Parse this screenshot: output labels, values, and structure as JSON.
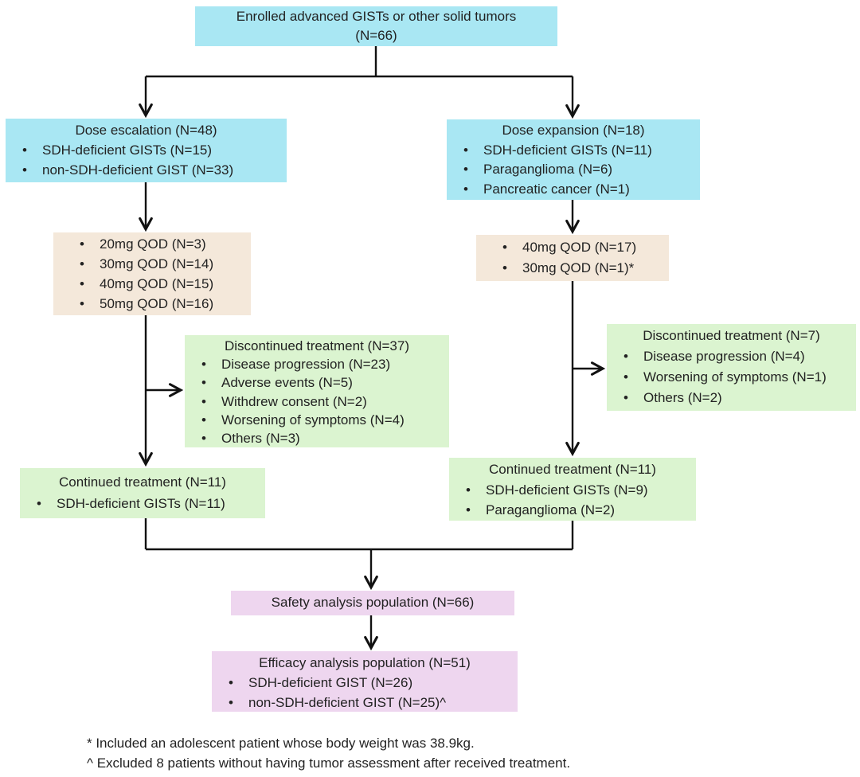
{
  "diagram": {
    "enrolled": {
      "line1": "Enrolled advanced GISTs or other solid tumors",
      "line2": "(N=66)"
    },
    "dose_escalation": {
      "title": "Dose escalation (N=48)",
      "bullets": [
        "SDH-deficient GISTs (N=15)",
        "non-SDH-deficient GIST (N=33)"
      ]
    },
    "dose_expansion": {
      "title": "Dose expansion (N=18)",
      "bullets": [
        "SDH-deficient GISTs (N=11)",
        "Paraganglioma (N=6)",
        "Pancreatic cancer (N=1)"
      ]
    },
    "escalation_doses": {
      "bullets": [
        "20mg QOD (N=3)",
        "30mg QOD (N=14)",
        "40mg QOD (N=15)",
        "50mg QOD (N=16)"
      ]
    },
    "expansion_doses": {
      "bullets": [
        "40mg QOD (N=17)",
        "30mg QOD (N=1)*"
      ]
    },
    "discontinued_escalation": {
      "title": "Discontinued treatment (N=37)",
      "bullets": [
        "Disease progression (N=23)",
        "Adverse events (N=5)",
        "Withdrew consent (N=2)",
        "Worsening of symptoms (N=4)",
        "Others (N=3)"
      ]
    },
    "discontinued_expansion": {
      "title": "Discontinued treatment (N=7)",
      "bullets": [
        "Disease progression (N=4)",
        "Worsening of symptoms (N=1)",
        "Others (N=2)"
      ]
    },
    "continued_escalation": {
      "title": "Continued treatment (N=11)",
      "bullets": [
        "SDH-deficient GISTs (N=11)"
      ]
    },
    "continued_expansion": {
      "title": "Continued treatment (N=11)",
      "bullets": [
        "SDH-deficient GISTs (N=9)",
        "Paraganglioma (N=2)"
      ]
    },
    "safety": {
      "title": "Safety analysis population (N=66)"
    },
    "efficacy": {
      "title": "Efficacy analysis population (N=51)",
      "bullets": [
        "SDH-deficient GIST (N=26)",
        "non-SDH-deficient GIST (N=25)^"
      ]
    },
    "footnotes": [
      "* Included an adolescent patient whose body weight was 38.9kg.",
      "^ Excluded 8 patients without having tumor assessment after received treatment."
    ]
  },
  "colors": {
    "cyan": "#a9e7f3",
    "tan": "#f4e8da",
    "green": "#dbf4d0",
    "pink": "#eed6ef",
    "line": "#111111",
    "text": "#222222",
    "bg": "#ffffff"
  }
}
